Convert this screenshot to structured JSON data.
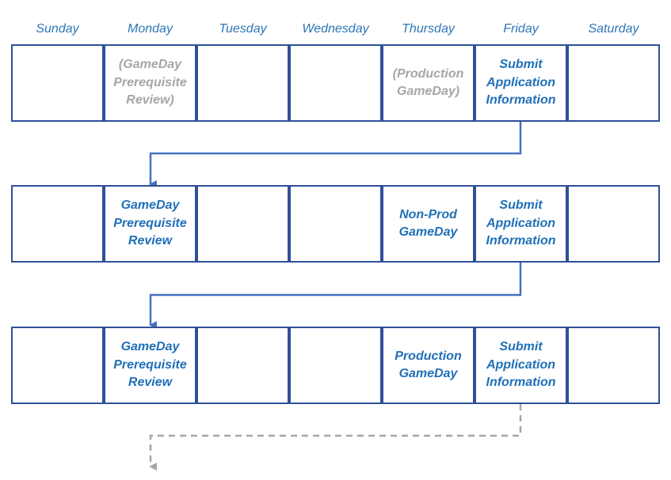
{
  "days": [
    "Sunday",
    "Monday",
    "Tuesday",
    "Wednesday",
    "Thursday",
    "Friday",
    "Saturday"
  ],
  "weeks": [
    {
      "cells": [
        {
          "text": "",
          "style": "plain"
        },
        {
          "text": "(GameDay Prerequisite Review)",
          "style": "muted"
        },
        {
          "text": "",
          "style": "plain"
        },
        {
          "text": "",
          "style": "plain"
        },
        {
          "text": "(Production GameDay)",
          "style": "muted"
        },
        {
          "text": "Submit Application Information",
          "style": "active"
        },
        {
          "text": "",
          "style": "plain"
        }
      ]
    },
    {
      "cells": [
        {
          "text": "",
          "style": "plain"
        },
        {
          "text": "GameDay Prerequisite Review",
          "style": "active"
        },
        {
          "text": "",
          "style": "plain"
        },
        {
          "text": "",
          "style": "plain"
        },
        {
          "text": "Non-Prod GameDay",
          "style": "active"
        },
        {
          "text": "Submit Application Information",
          "style": "active"
        },
        {
          "text": "",
          "style": "plain"
        }
      ]
    },
    {
      "cells": [
        {
          "text": "",
          "style": "plain"
        },
        {
          "text": "GameDay Prerequisite Review",
          "style": "active"
        },
        {
          "text": "",
          "style": "plain"
        },
        {
          "text": "",
          "style": "plain"
        },
        {
          "text": "Production GameDay",
          "style": "active"
        },
        {
          "text": "Submit Application Information",
          "style": "active"
        },
        {
          "text": "",
          "style": "plain"
        }
      ]
    }
  ],
  "colors": {
    "header_text": "#2e75b6",
    "active_text": "#1f6fb8",
    "muted_text": "#a6a6a6",
    "cell_border": "#2f4f9a",
    "connector": "#4472c4",
    "dashed_connector": "#a6a6a6"
  }
}
